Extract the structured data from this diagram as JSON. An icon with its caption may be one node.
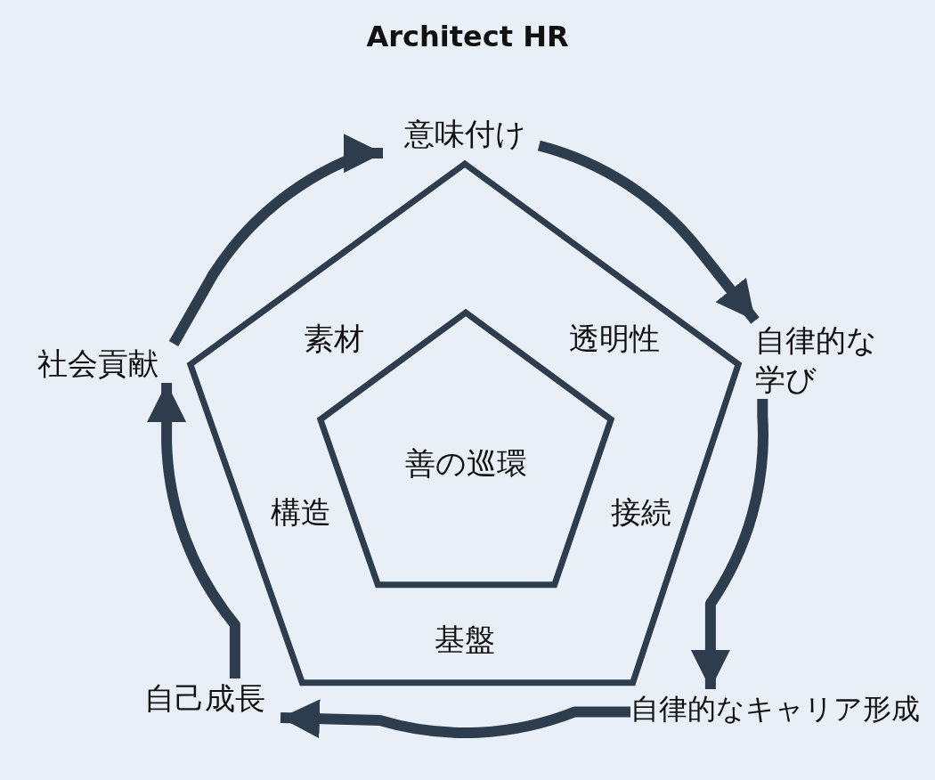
{
  "diagram": {
    "title": "Architect HR",
    "nodes": [
      {
        "text": [
          "素材",
          "透明性",
          "構造",
          "接続",
          "基盤"
        ]
      },
      {
        "text": [
          "善の巡環"
        ],
        "in": 0
      },
      {
        "text": [
          "意味付け"
        ]
      },
      {
        "text": [
          "自律的な学び"
        ]
      },
      {
        "text": [
          "自律的なキャリア形成"
        ]
      },
      {
        "text": [
          "自己成長"
        ]
      },
      {
        "text": [
          "社会貢献"
        ]
      }
    ],
    "edges": [
      {
        "from": 6,
        "to": 2,
        "arrow": "to"
      },
      {
        "from": 2,
        "to": 3,
        "arrow": "to"
      },
      {
        "from": 3,
        "to": 4,
        "arrow": "to"
      },
      {
        "from": 4,
        "to": 5,
        "arrow": "to"
      },
      {
        "from": 5,
        "to": 6,
        "arrow": "to"
      }
    ]
  }
}
